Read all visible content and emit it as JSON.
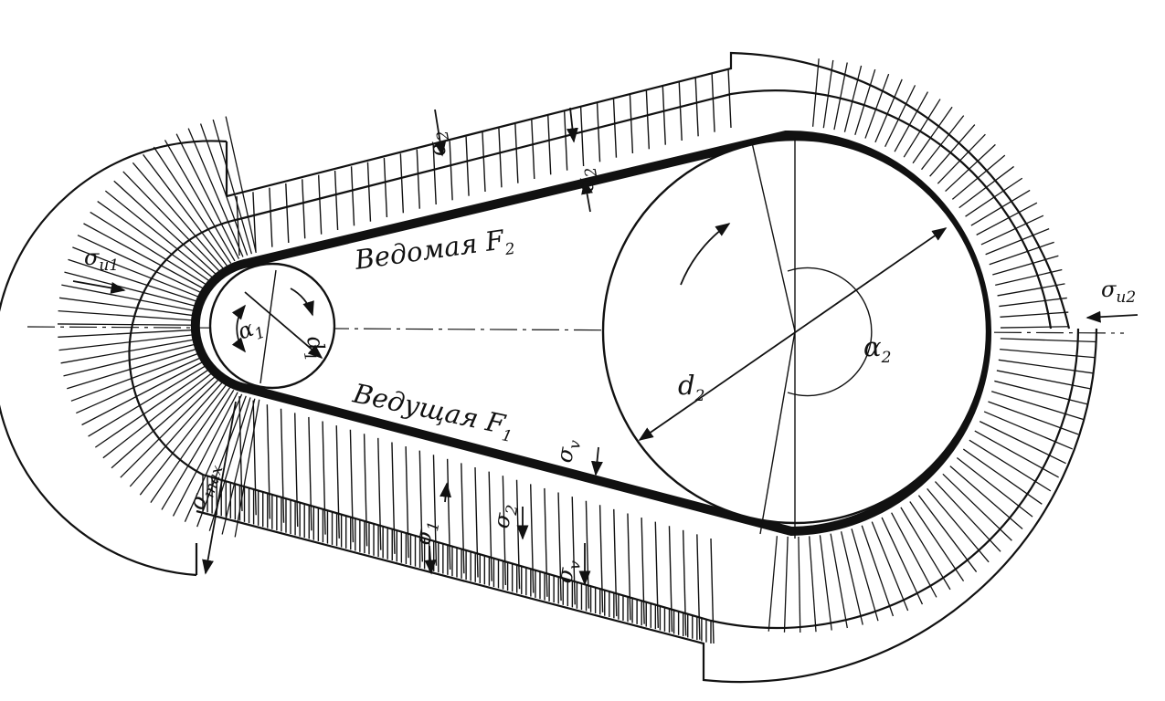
{
  "figure": {
    "labels": {
      "slack_side": {
        "text": "Ведомая F",
        "sub": "2"
      },
      "tight_side": {
        "text": "Ведущая F",
        "sub": "1"
      },
      "d1": {
        "text": "d",
        "sub": "1"
      },
      "d2": {
        "text": "d",
        "sub": "2"
      },
      "alpha1": {
        "text": "α",
        "sub": "1"
      },
      "alpha2": {
        "text": "α",
        "sub": "2"
      },
      "sigma_f2_a": {
        "text": "σ",
        "sub": "2"
      },
      "sigma_f2_b": {
        "text": "σ",
        "sub": "2"
      },
      "sigma_u1": {
        "text": "σ",
        "sub": "u1"
      },
      "sigma_u2": {
        "text": "σ",
        "sub": "u2"
      },
      "sigma_v": {
        "text": "σ",
        "sub": "v"
      },
      "sigma_1": {
        "text": "σ",
        "sub": "1"
      },
      "sigma_2": {
        "text": "σ",
        "sub": "2"
      },
      "sigma_v2": {
        "text": "σ",
        "sub": "v"
      },
      "sigma_max": {
        "text": "σ",
        "sub": "max"
      }
    },
    "colors": {
      "ink": "#111111",
      "paper": "#ffffff"
    }
  }
}
